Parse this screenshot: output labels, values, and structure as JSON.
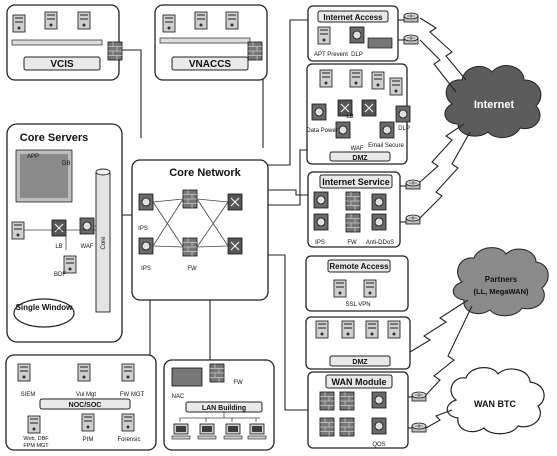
{
  "zones": {
    "vcis": "VCIS",
    "vnaccs": "VNACCS",
    "internet_access": "Internet Access",
    "core_servers": "Core Servers",
    "core_network": "Core Network",
    "internet_service": "Internet Service",
    "remote_access": "Remote Access",
    "dmz_top": "DMZ",
    "dmz_bottom": "DMZ",
    "wan_module": "WAN Module",
    "noc_soc": "NOC/SOC",
    "lan_building": "LAN Building"
  },
  "labels": {
    "apt_prevent": "APT Prevent",
    "dlp_ia": "DLP",
    "data_power": "Data Power",
    "lb_dmz": "LB",
    "waf_dmz": "WAF",
    "dlp_dmz": "DLP",
    "email_secure": "Email Secure",
    "ips_is": "IPS",
    "fw_is": "FW",
    "anti_ddos": "Anti-DDoS",
    "ssl_vpn": "SSL VPN",
    "qos": "QOS",
    "ips_core1": "IPS",
    "ips_core2": "IPS",
    "fw_core": "FW",
    "app": "APP",
    "db": "DB",
    "lb_core": "LB",
    "waf_core": "WAF",
    "core": "Core",
    "bdf": "BDF",
    "single_window": "Single Window",
    "siem": "SIEM",
    "vul_mgt": "Vul Mgt",
    "fw_mgt": "FW MGT",
    "web_dbf": "Web, DBF",
    "fpm_mgt": "FPM MGT",
    "pim": "PIM",
    "forensic": "Forensic",
    "nac": "NAC",
    "fw_lan": "FW"
  },
  "clouds": {
    "internet": "Internet",
    "partners_line1": "Partners",
    "partners_line2": "(LL, MegaWAN)",
    "wan_btc": "WAN BTC"
  }
}
